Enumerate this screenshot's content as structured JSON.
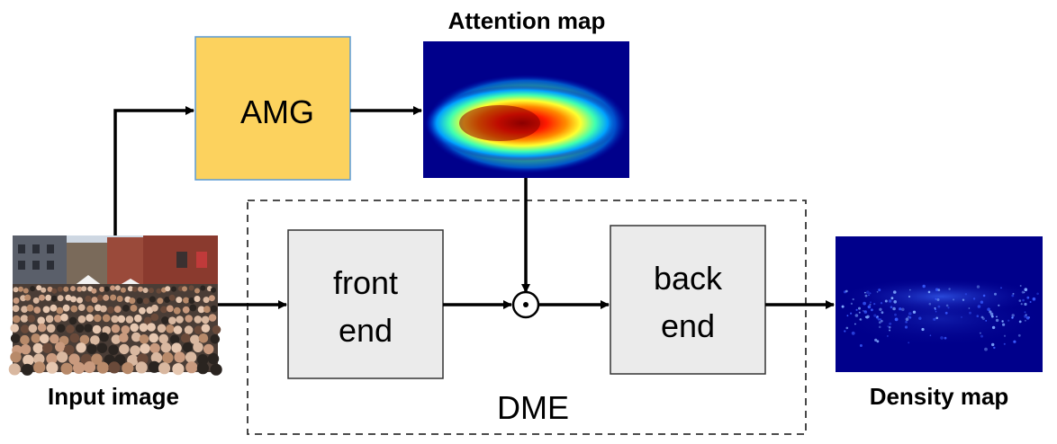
{
  "diagram": {
    "attention_map_label": "Attention map",
    "input_image_label": "Input image",
    "density_map_label": "Density map",
    "amg_label": "AMG",
    "dme_label": "DME",
    "front_end_label": [
      "front",
      "end"
    ],
    "back_end_label": [
      "back",
      "end"
    ],
    "operator_symbol": "⊙"
  },
  "colors": {
    "amg_fill": "#FCD25E",
    "amg_stroke": "#5B9BD5",
    "block_fill": "#EBEBEB",
    "block_stroke": "#333333",
    "arrow": "#000000",
    "map_background": "#00008B"
  }
}
